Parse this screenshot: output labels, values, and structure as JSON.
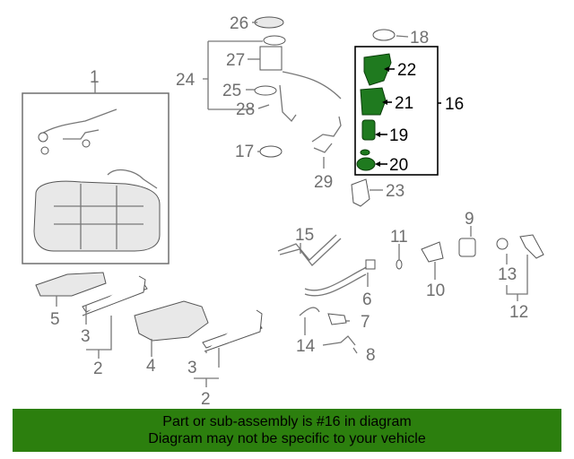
{
  "diagram": {
    "callouts": [
      "1",
      "2",
      "3",
      "4",
      "5",
      "6",
      "7",
      "8",
      "9",
      "10",
      "11",
      "12",
      "13",
      "14",
      "15",
      "16",
      "17",
      "18",
      "19",
      "20",
      "21",
      "22",
      "23",
      "24",
      "25",
      "26",
      "27",
      "28",
      "29"
    ],
    "colors": {
      "highlight_part": "#1f7a1f",
      "banner_background": "#2c7f0e",
      "callout_text": "#6f6f6f",
      "highlight_text": "#000000"
    }
  },
  "banner": {
    "line1": "Part or sub-assembly is #16 in diagram",
    "line2": "Diagram may not be specific to your vehicle"
  }
}
